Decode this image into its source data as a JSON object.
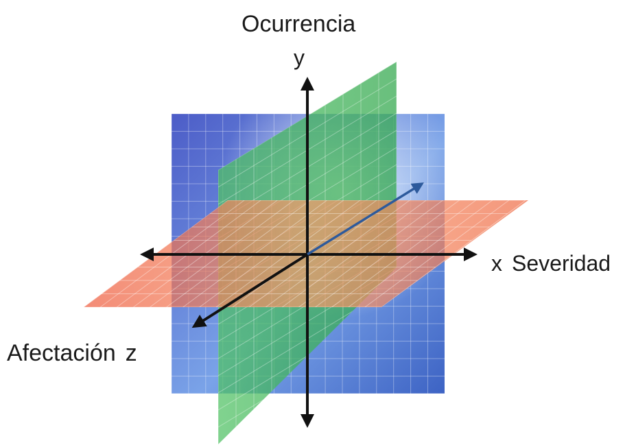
{
  "diagram": {
    "top_label": "Ocurrencia",
    "axes": {
      "y": {
        "letter": "y"
      },
      "x": {
        "letter": "x",
        "name": "Severidad"
      },
      "z": {
        "name": "Afectación",
        "letter": "z"
      }
    },
    "planes": [
      {
        "name": "vertical-front-plane",
        "color": "#5d6fd1"
      },
      {
        "name": "vertical-side-plane",
        "color": "#39b54a"
      },
      {
        "name": "horizontal-plane",
        "color": "#f0664a"
      }
    ],
    "grid_color": "#ffffff",
    "axis_color": "#111111",
    "z_arrow_color": "#2d5a9c"
  }
}
